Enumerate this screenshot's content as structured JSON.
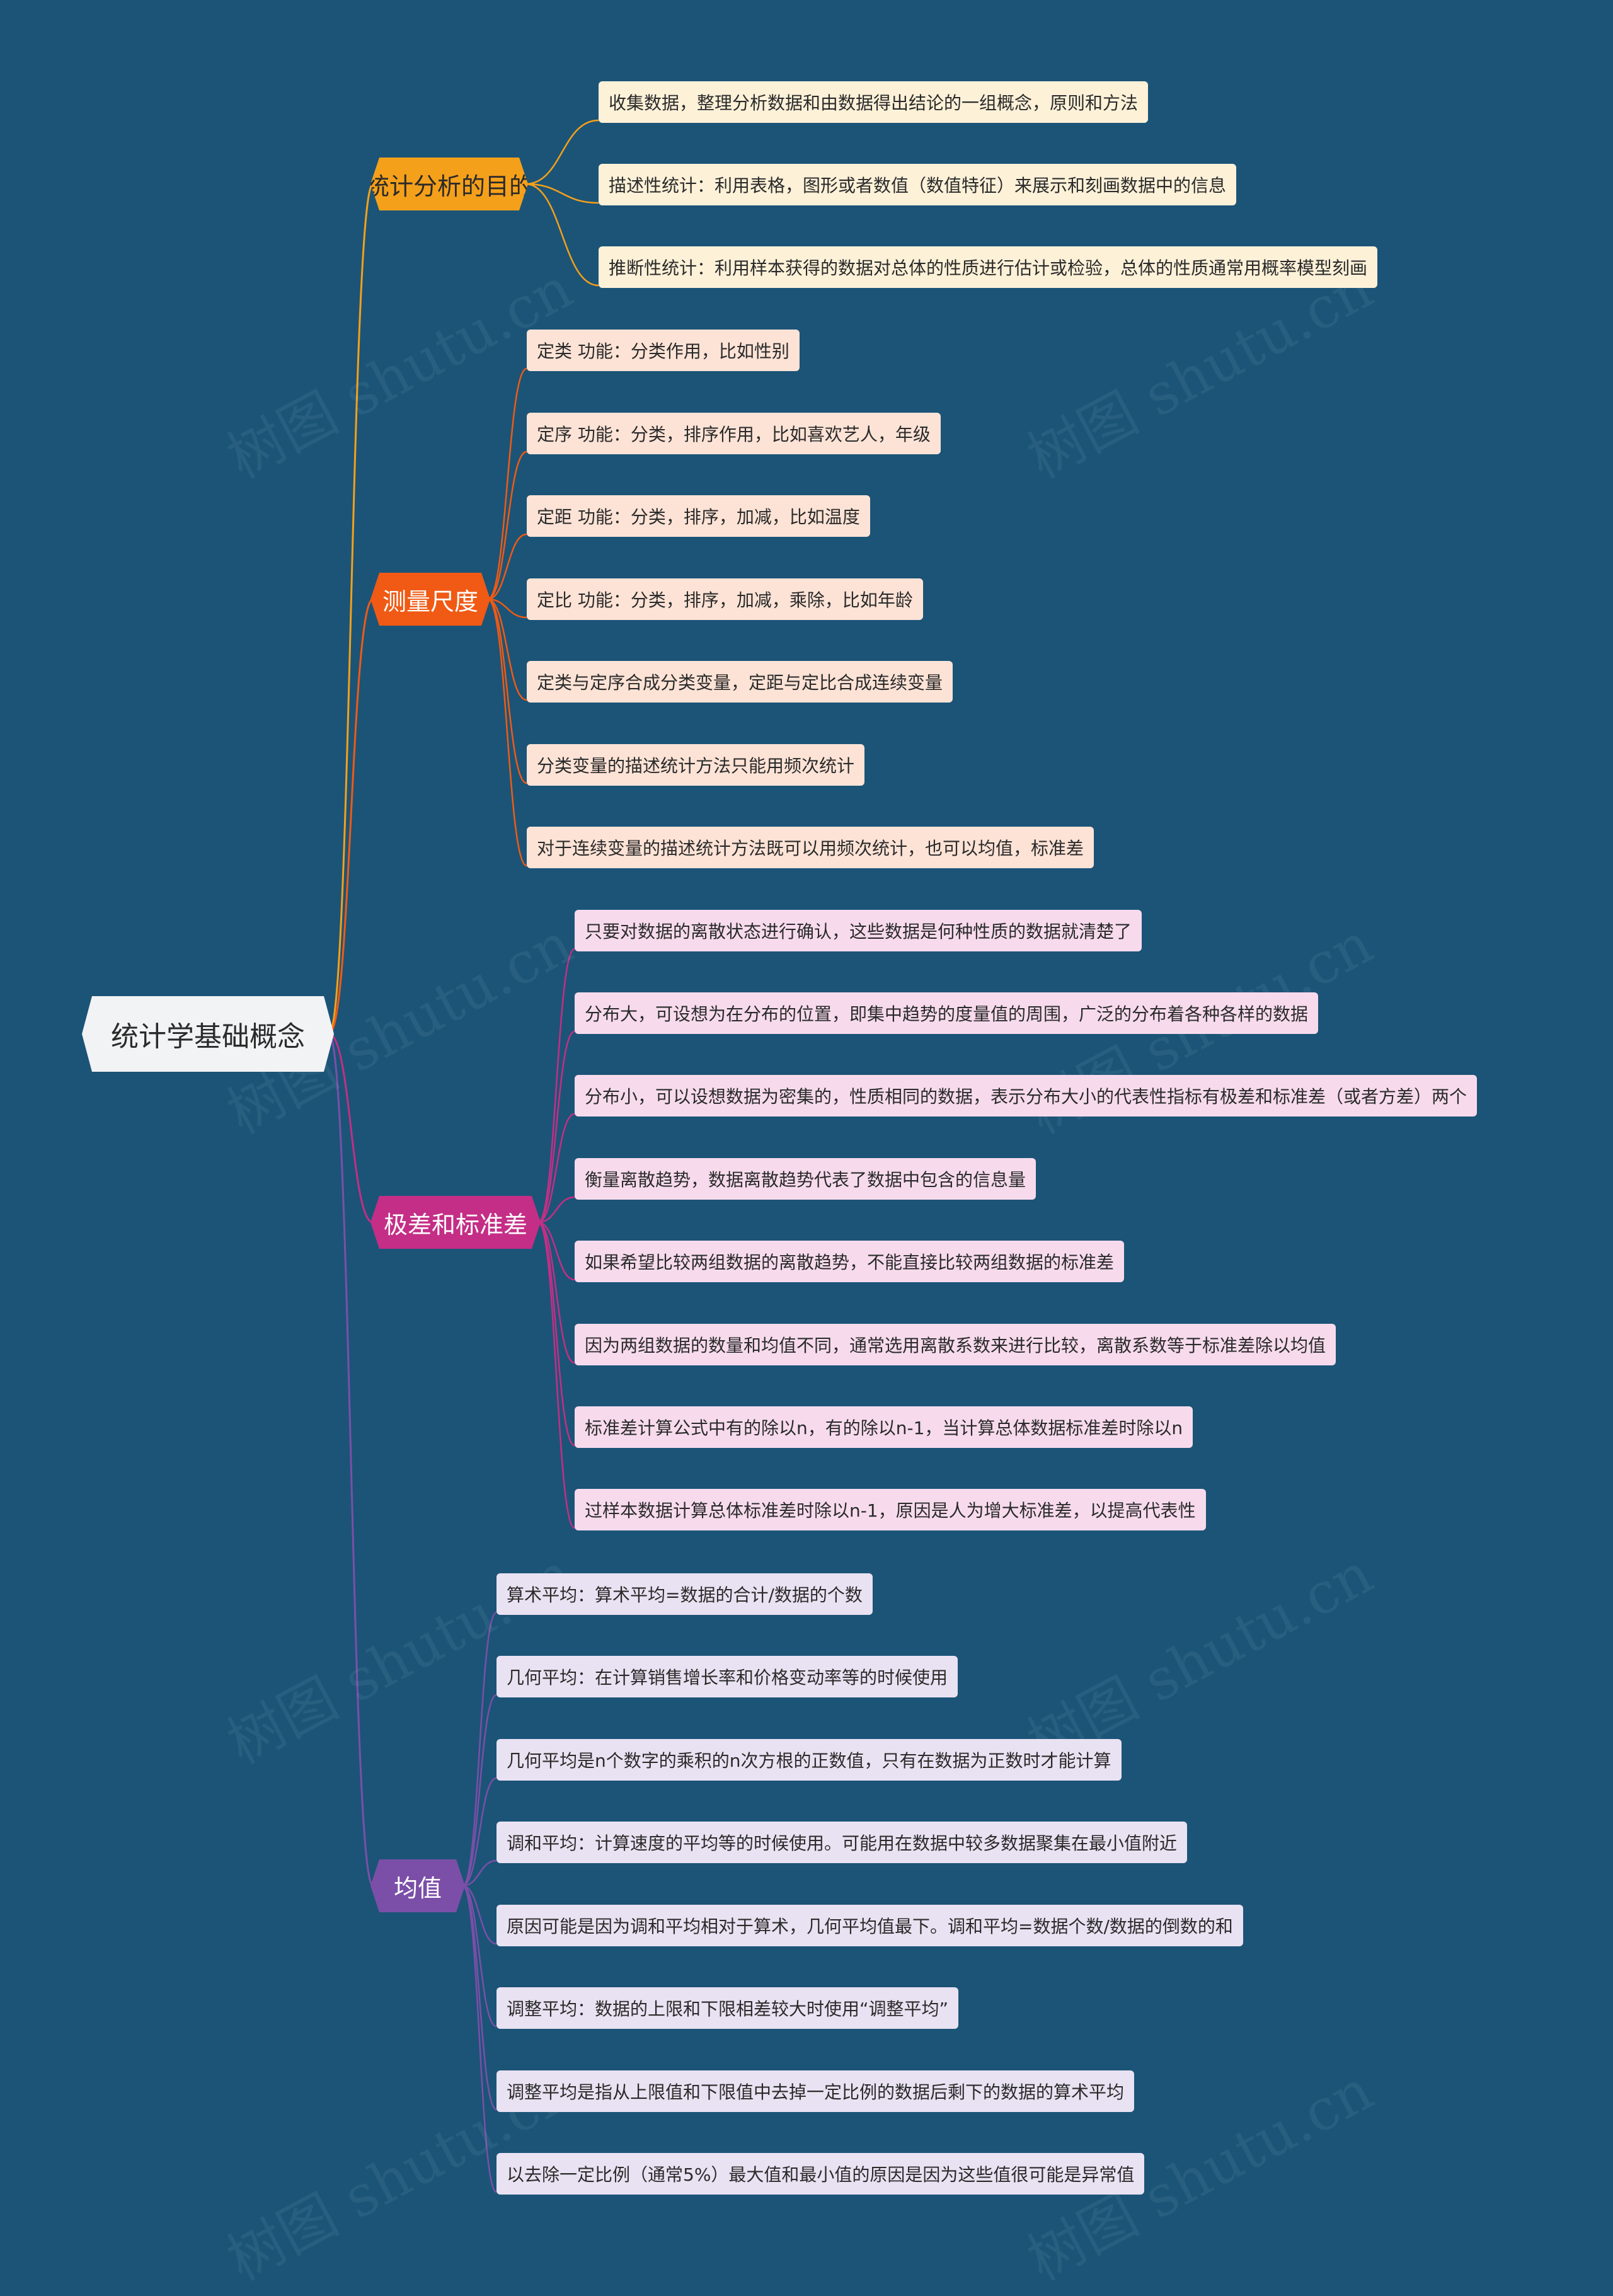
{
  "root": {
    "label": "统计学基础概念"
  },
  "watermark": "树图 shutu.cn",
  "colors": {
    "background": "#1b5477",
    "branch1": "#f5a01a",
    "branch1_leaf": "#fdf1d8",
    "branch2": "#f05a14",
    "branch2_leaf": "#fde3d6",
    "branch3": "#c42e86",
    "branch3_leaf": "#f7dbed",
    "branch4": "#7b4fa8",
    "branch4_leaf": "#e9e2f2"
  },
  "branches": [
    {
      "label": "统计分析的目的",
      "items": [
        "收集数据，整理分析数据和由数据得出结论的一组概念，原则和方法",
        "描述性统计：利用表格，图形或者数值（数值特征）来展示和刻画数据中的信息",
        "推断性统计：利用样本获得的数据对总体的性质进行估计或检验，总体的性质通常用概率模型刻画"
      ]
    },
    {
      "label": "测量尺度",
      "items": [
        "定类 功能：分类作用，比如性别",
        "定序 功能：分类，排序作用，比如喜欢艺人，年级",
        "定距 功能：分类，排序，加减，比如温度",
        "定比 功能：分类，排序，加减，乘除，比如年龄",
        "定类与定序合成分类变量，定距与定比合成连续变量",
        "分类变量的描述统计方法只能用频次统计",
        "对于连续变量的描述统计方法既可以用频次统计，也可以均值，标准差"
      ]
    },
    {
      "label": "极差和标准差",
      "items": [
        "只要对数据的离散状态进行确认，这些数据是何种性质的数据就清楚了",
        "分布大，可设想为在分布的位置，即集中趋势的度量值的周围，广泛的分布着各种各样的数据",
        "分布小，可以设想数据为密集的，性质相同的数据，表示分布大小的代表性指标有极差和标准差（或者方差）两个",
        "衡量离散趋势，数据离散趋势代表了数据中包含的信息量",
        "如果希望比较两组数据的离散趋势，不能直接比较两组数据的标准差",
        "因为两组数据的数量和均值不同，通常选用离散系数来进行比较，离散系数等于标准差除以均值",
        "标准差计算公式中有的除以n，有的除以n-1，当计算总体数据标准差时除以n",
        "过样本数据计算总体标准差时除以n-1，原因是人为增大标准差，以提高代表性"
      ]
    },
    {
      "label": "均值",
      "items": [
        "算术平均：算术平均=数据的合计/数据的个数",
        "几何平均：在计算销售增长率和价格变动率等的时候使用",
        "几何平均是n个数字的乘积的n次方根的正数值，只有在数据为正数时才能计算",
        "调和平均：计算速度的平均等的时候使用。可能用在数据中较多数据聚集在最小值附近",
        "原因可能是因为调和平均相对于算术，几何平均值最下。调和平均=数据个数/数据的倒数的和",
        "调整平均：数据的上限和下限相差较大时使用“调整平均”",
        "调整平均是指从上限值和下限值中去掉一定比例的数据后剩下的数据的算术平均",
        "以去除一定比例（通常5%）最大值和最小值的原因是因为这些值很可能是异常值"
      ]
    }
  ]
}
